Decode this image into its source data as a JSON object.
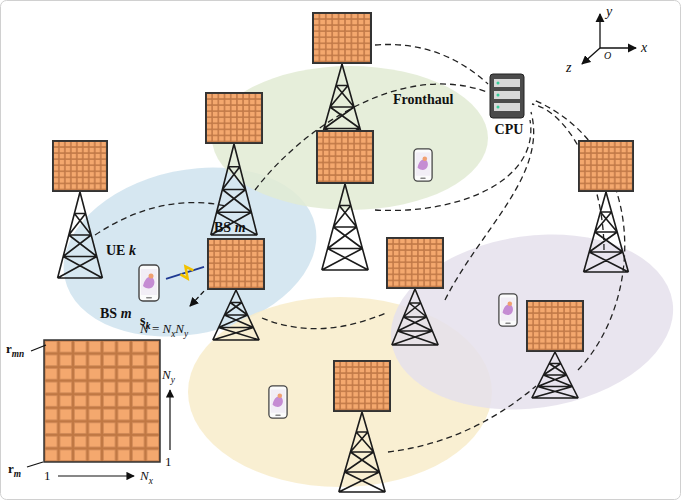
{
  "diagram": {
    "nodes": [
      {
        "text": [
          "CPU"
        ]
      },
      {
        "text": [
          "UE k",
          "sk"
        ]
      },
      {
        "text": [
          "BS m"
        ]
      },
      {
        "text": [
          "BS m"
        ]
      }
    ],
    "edges": [
      {
        "from": 1,
        "to": 2,
        "arrow": "none"
      },
      {
        "from": 2,
        "to": 3,
        "arrow": "to"
      }
    ],
    "labels": [
      "Fronthaul",
      "N = NxNy",
      "Ny",
      "1",
      "1",
      "Nx",
      "rmn",
      "rm",
      "y",
      "x",
      "z",
      "O"
    ]
  }
}
